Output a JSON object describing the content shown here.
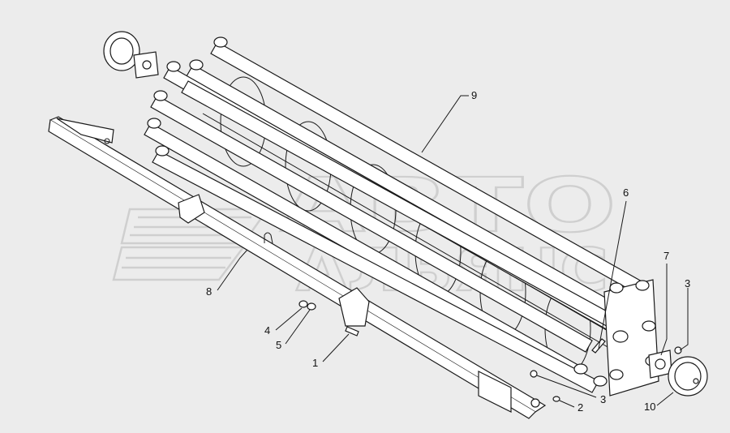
{
  "watermark": {
    "line1": "АВТО",
    "line2": "АЛЬЯНС"
  },
  "callouts": [
    {
      "id": "1",
      "label": "1"
    },
    {
      "id": "2",
      "label": "2"
    },
    {
      "id": "3a",
      "label": "3"
    },
    {
      "id": "3b",
      "label": "3"
    },
    {
      "id": "4",
      "label": "4"
    },
    {
      "id": "5",
      "label": "5"
    },
    {
      "id": "6",
      "label": "6"
    },
    {
      "id": "7",
      "label": "7"
    },
    {
      "id": "8",
      "label": "8"
    },
    {
      "id": "9",
      "label": "9"
    },
    {
      "id": "10",
      "label": "10"
    }
  ]
}
